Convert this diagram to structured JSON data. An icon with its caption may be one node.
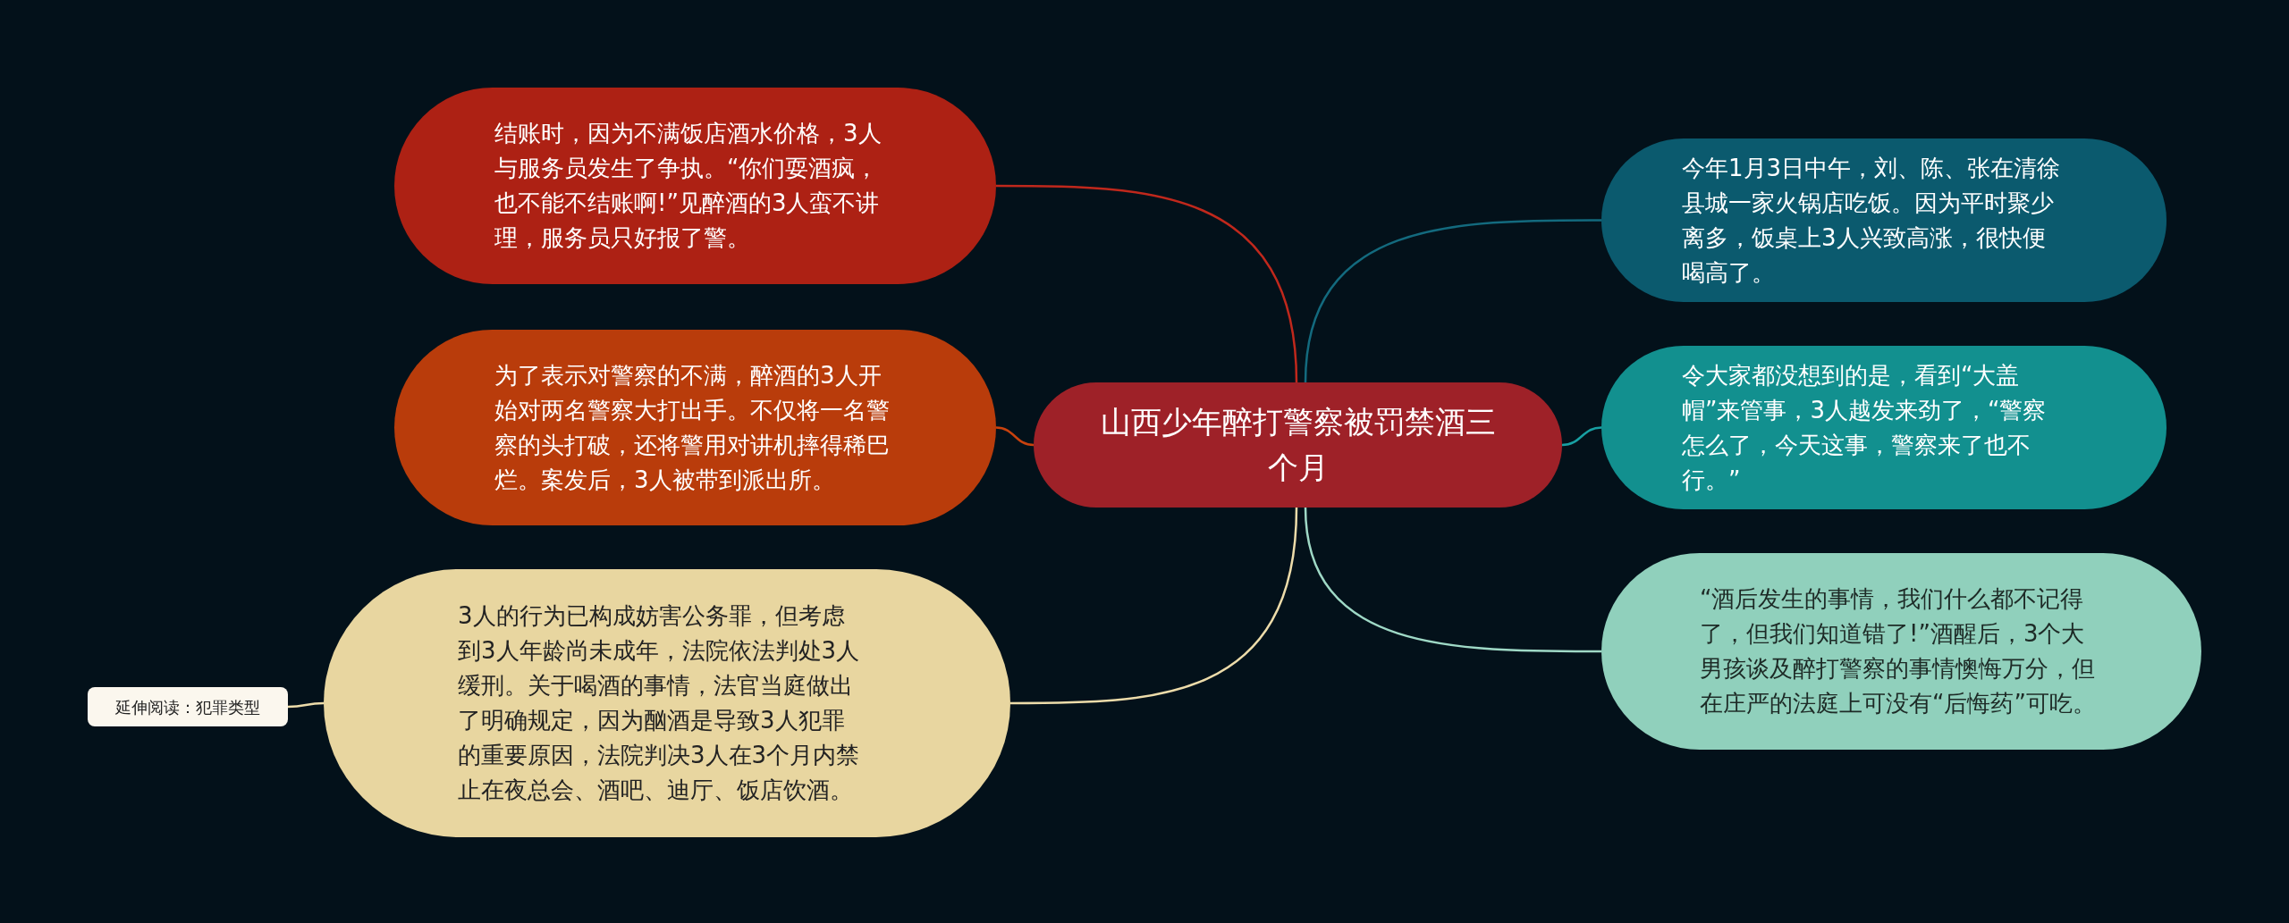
{
  "diagram": {
    "nodes": [
      {
        "text": [
          "山西少年醉打警察被罚禁酒三个月"
        ]
      },
      {
        "text": [
          "结账时，因为不满饭店酒水价格，3人与服务员发生了争执。“你们耍酒疯，也不能不结账啊!”见醉酒的3人蛮不讲理，服务员只好报了警。"
        ]
      },
      {
        "text": [
          "为了表示对警察的不满，醉酒的3人开始对两名警察大打出手。不仅将一名警察的头打破，还将警用对讲机摔得稀巴烂。案发后，3人被带到派出所。"
        ]
      },
      {
        "text": [
          "3人的行为已构成妨害公务罪，但考虑到3人年龄尚未成年，法院依法判处3人缓刑。关于喝酒的事情，法官当庭做出了明确规定，因为酗酒是导致3人犯罪的重要原因，法院判决3人在3个月内禁止在夜总会、酒吧、迪厅、饭店饮酒。"
        ]
      },
      {
        "text": [
          "延伸阅读：犯罪类型"
        ]
      },
      {
        "text": [
          "今年1月3日中午，刘、陈、张在清徐县城一家火锅店吃饭。因为平时聚少离多，饭桌上3人兴致高涨，很快便喝高了。"
        ]
      },
      {
        "text": [
          "令大家都没想到的是，看到“大盖帽”来管事，3人越发来劲了，“警察怎么了，今天这事，警察来了也不行。”"
        ]
      },
      {
        "text": [
          "“酒后发生的事情，我们什么都不记得了，但我们知道错了!”酒醒后，3个大男孩谈及醉打警察的事情懊悔万分，但在庄严的法庭上可没有“后悔药”可吃。"
        ]
      }
    ],
    "edges": [
      {
        "from": 0,
        "to": 1,
        "arrow": "none",
        "color": "#c0281c"
      },
      {
        "from": 0,
        "to": 2,
        "arrow": "none",
        "color": "#c8420e"
      },
      {
        "from": 0,
        "to": 3,
        "arrow": "none",
        "color": "#eddcaa"
      },
      {
        "from": 3,
        "to": 4,
        "arrow": "none",
        "color": "#eddcaa"
      },
      {
        "from": 0,
        "to": 5,
        "arrow": "none",
        "color": "#136a7e"
      },
      {
        "from": 0,
        "to": 6,
        "arrow": "none",
        "color": "#18a0a3"
      },
      {
        "from": 0,
        "to": 7,
        "arrow": "none",
        "color": "#9fd9c6"
      }
    ]
  }
}
